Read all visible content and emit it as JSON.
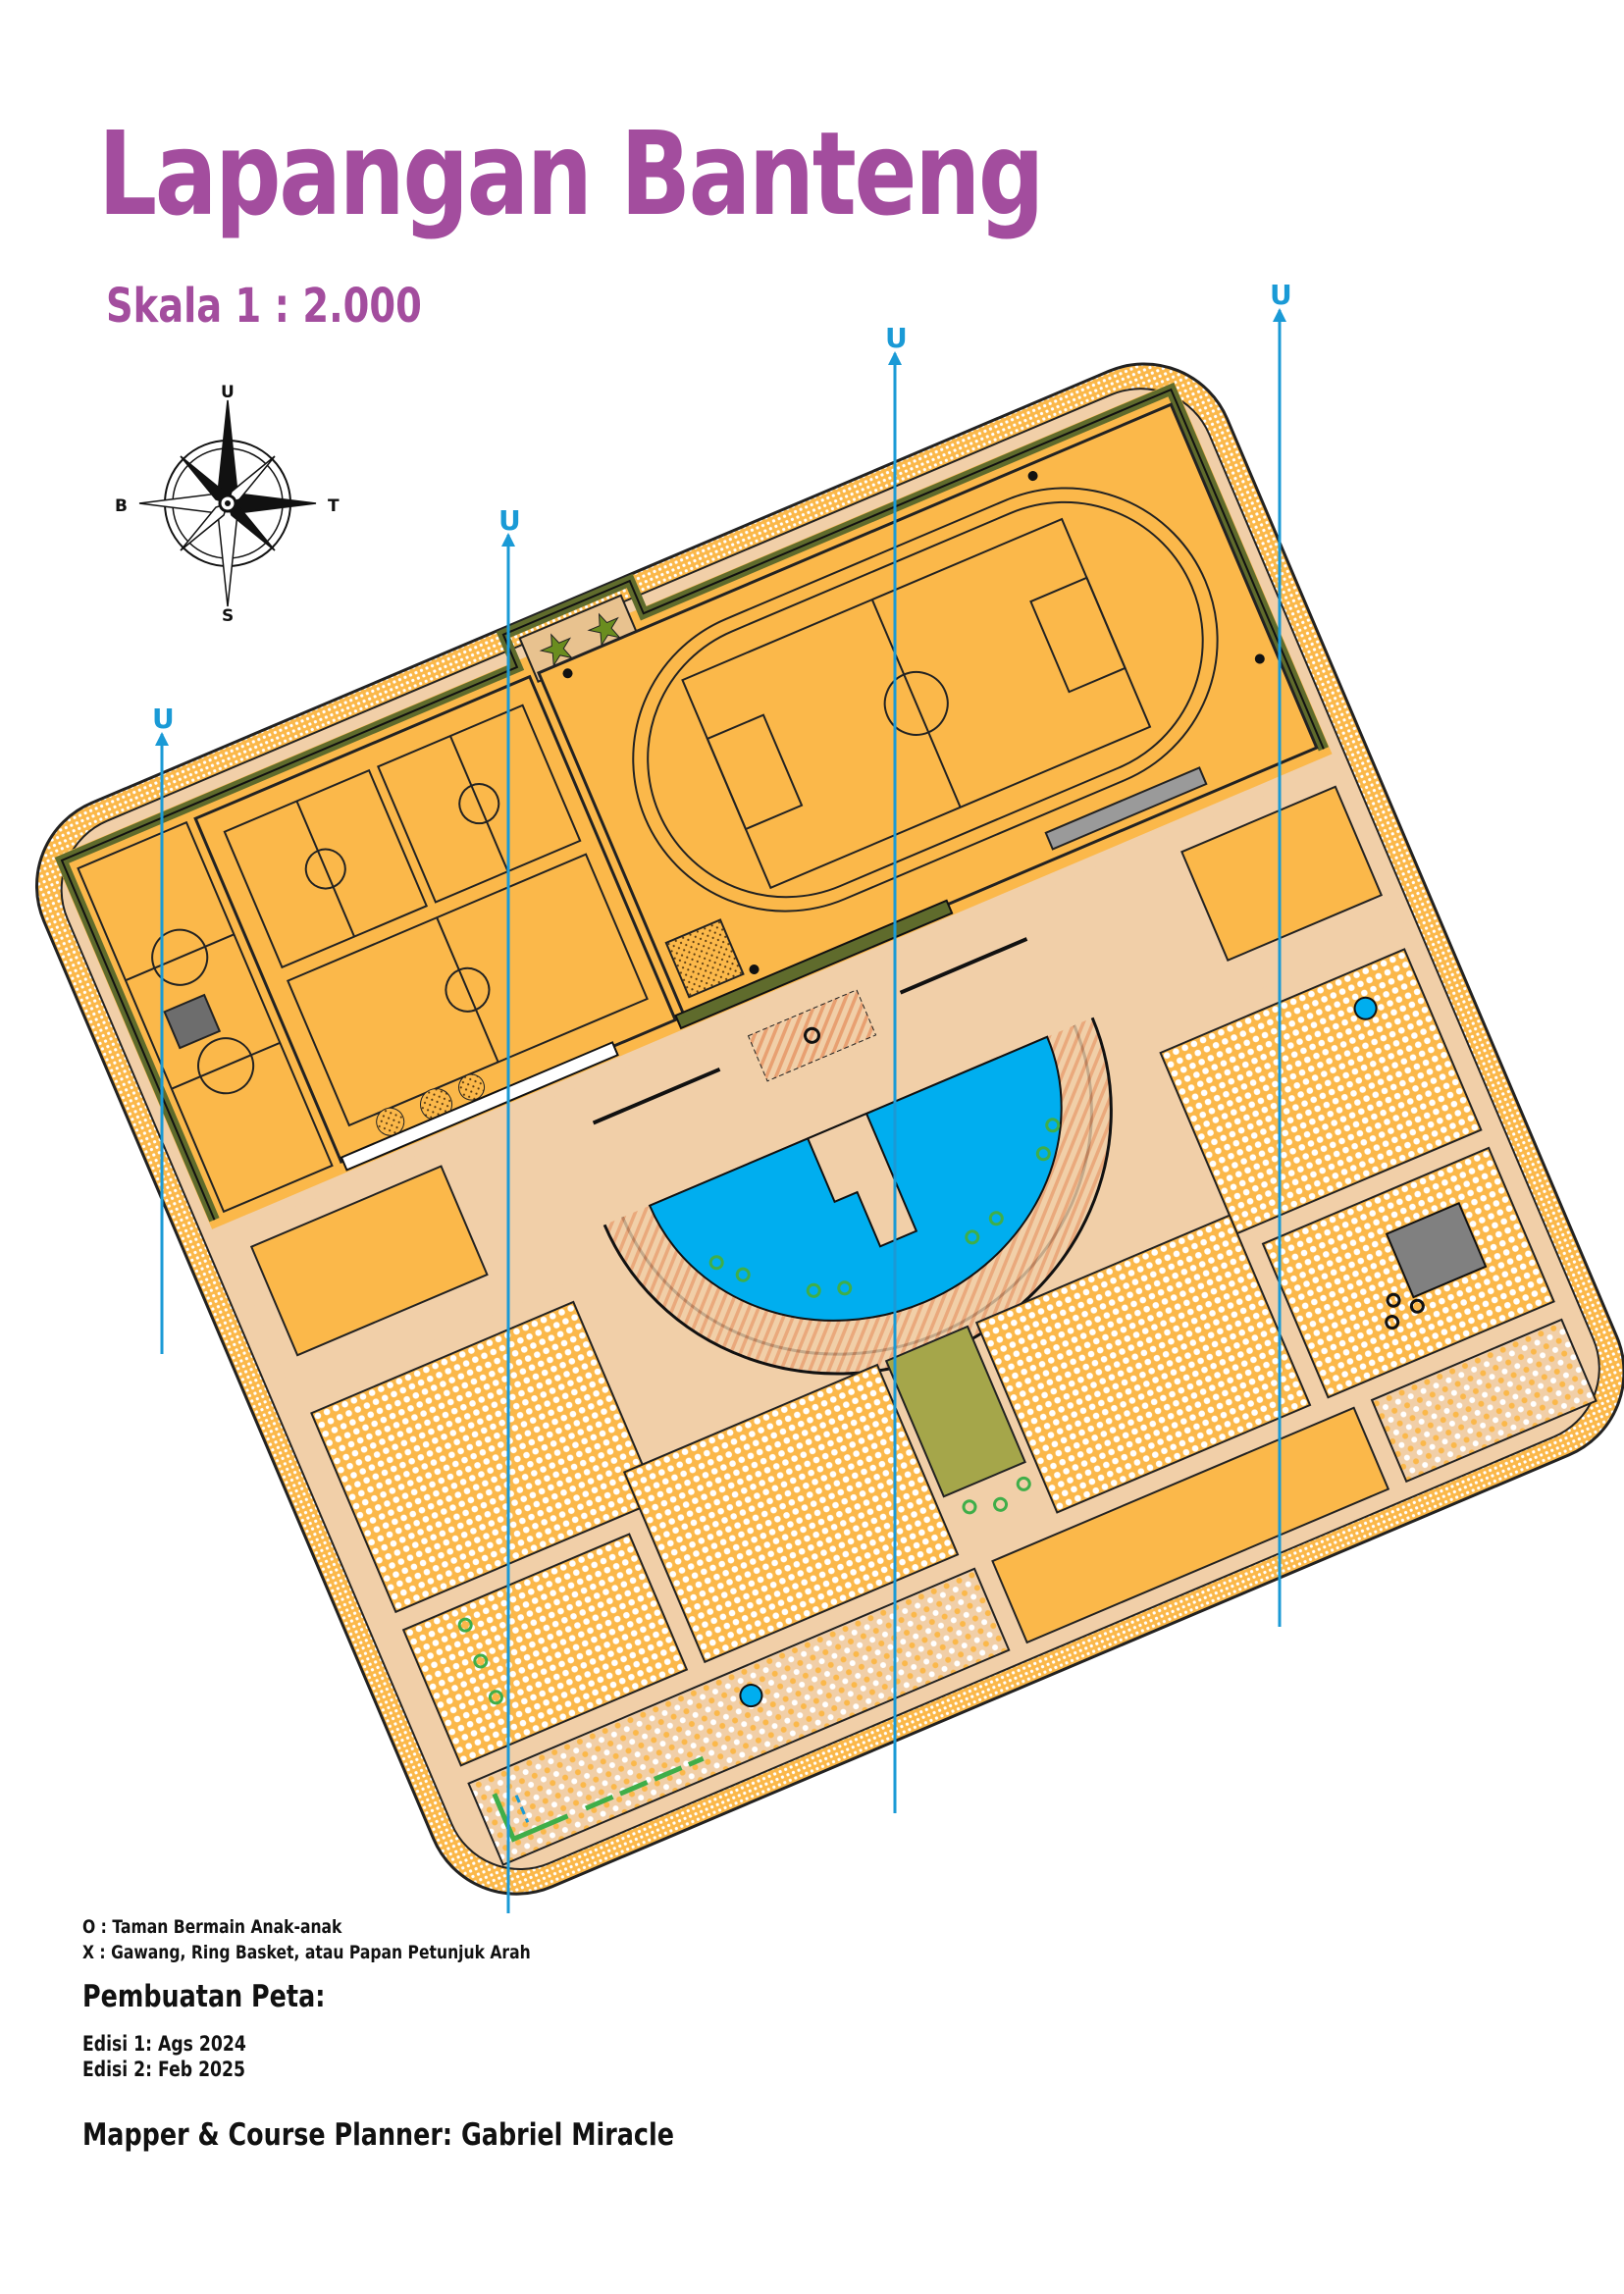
{
  "title": "Lapangan Banteng",
  "scale": "Skala 1 : 2.000",
  "compass": {
    "north": "U",
    "south": "S",
    "east": "T",
    "west": "B"
  },
  "north_line_label": "U",
  "legend": [
    "O : Taman Bermain Anak-anak",
    "X : Gawang, Ring Basket, atau Papan Petunjuk Arah"
  ],
  "credits": {
    "heading": "Pembuatan Peta:",
    "editions": [
      "Edisi 1: Ags 2024",
      "Edisi 2: Feb 2025"
    ],
    "mapper": "Mapper & Course Planner: Gabriel Miracle"
  },
  "colors": {
    "title": "#a34d9e",
    "field": "#fbb84a",
    "paved": "#f1cfa8",
    "water": "#00aeef",
    "vegetation": "#3fae49",
    "north_lines": "#1a9ad6",
    "building": "#808080",
    "wall": "#5f6b2c"
  }
}
